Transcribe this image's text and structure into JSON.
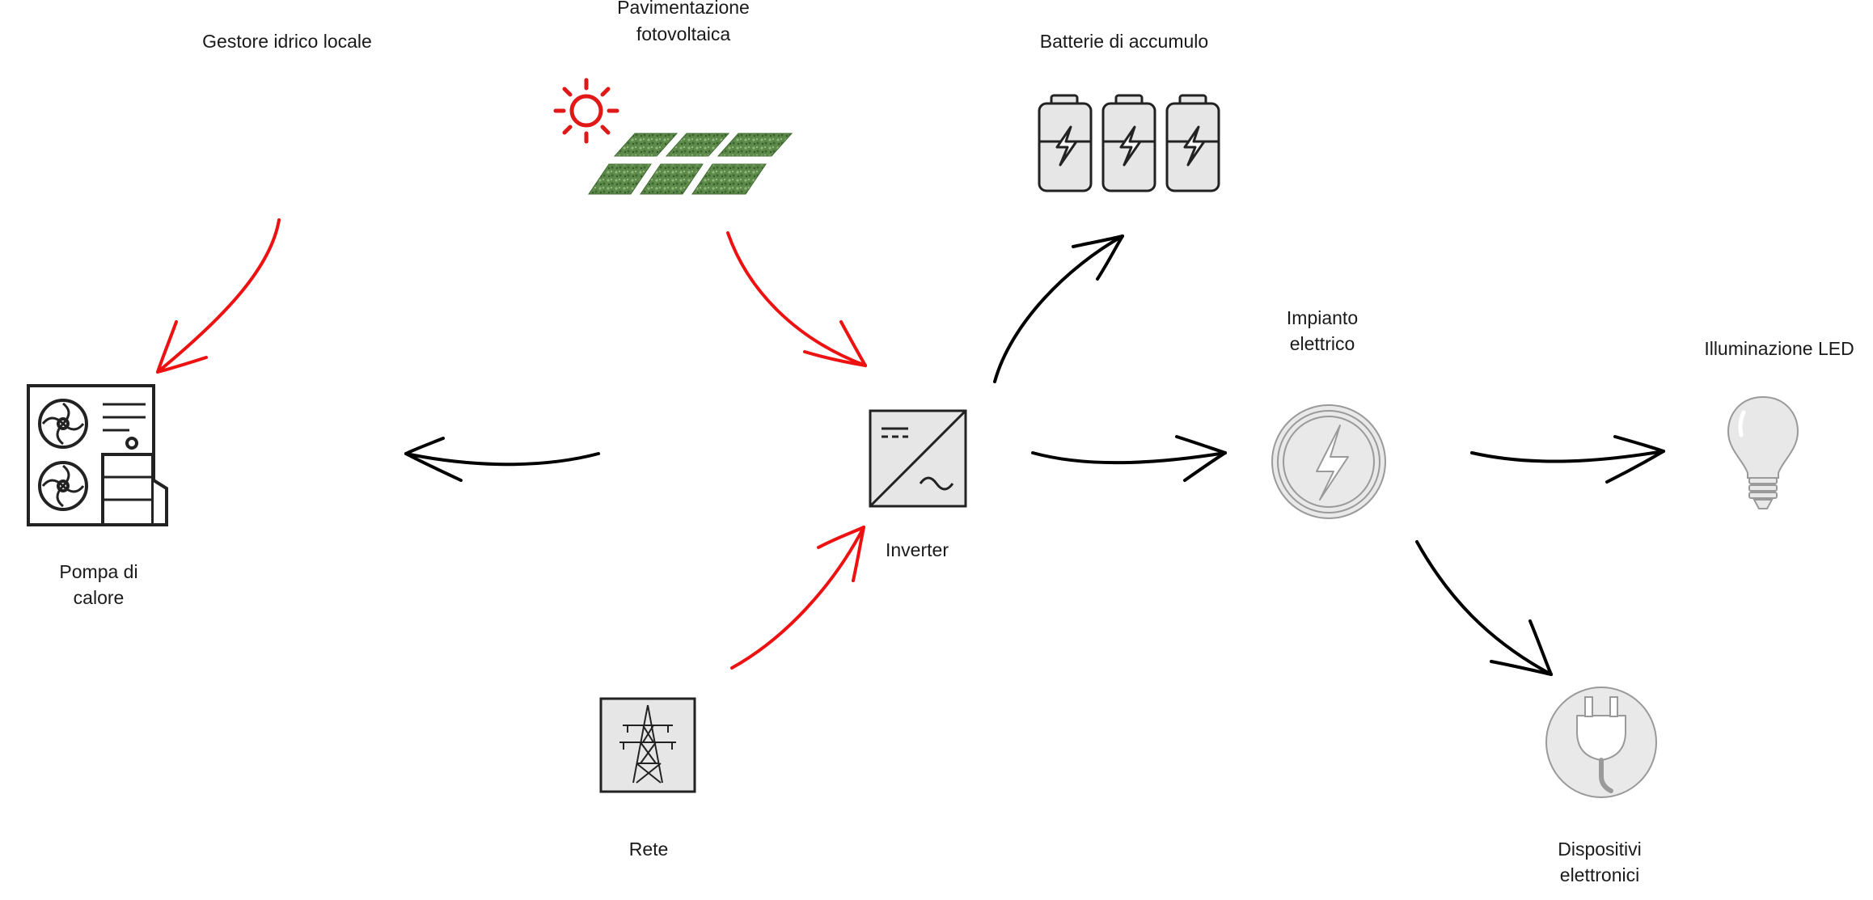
{
  "diagram": {
    "labels": {
      "gestore": "Gestore idrico locale",
      "pavimentazione_l1": "Pavimentazione",
      "pavimentazione_l2": "fotovoltaica",
      "batterie": "Batterie di accumulo",
      "pompa_l1": "Pompa di",
      "pompa_l2": "calore",
      "inverter": "Inverter",
      "impianto_l1": "Impianto",
      "impianto_l2": "elettrico",
      "illuminazione": "Illuminazione LED",
      "rete": "Rete",
      "dispositivi_l1": "Dispositivi",
      "dispositivi_l2": "elettronici"
    },
    "colors": {
      "flow_source": "#ee1111",
      "flow_distribution": "#000000",
      "sun": "#e01818",
      "panel": "#5d8a4a",
      "icon_fill": "#e8e8e8",
      "icon_stroke": "#222222"
    },
    "icons": [
      "water-utility",
      "sun-icon",
      "solar-panel-icon",
      "battery-icon",
      "heat-pump-icon",
      "inverter-icon",
      "electric-system-icon",
      "led-bulb-icon",
      "power-tower-icon",
      "plug-icon"
    ]
  }
}
